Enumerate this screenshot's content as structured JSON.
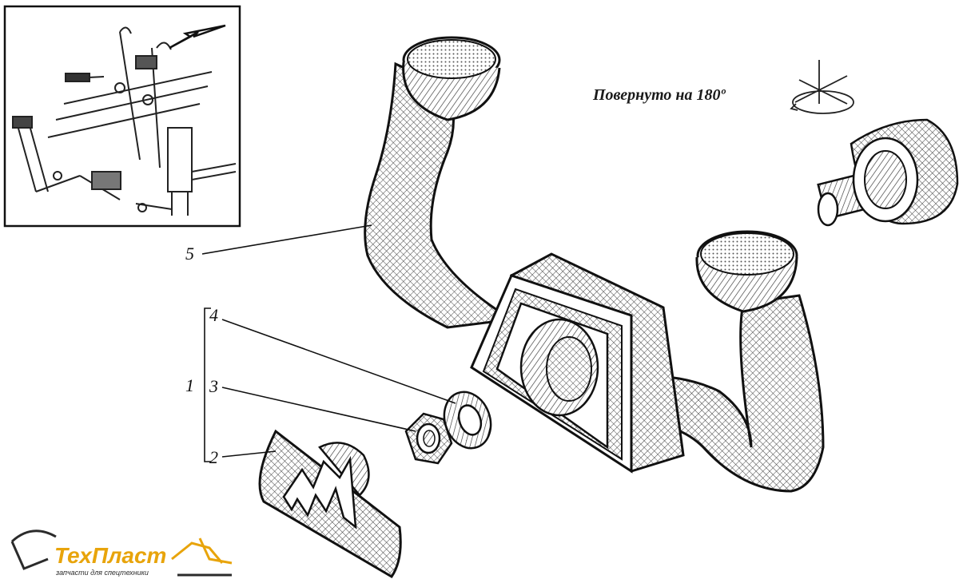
{
  "annotation": {
    "rotation_note": "Повернуто на 180º"
  },
  "callouts": [
    {
      "id": "1",
      "label": "1"
    },
    {
      "id": "2",
      "label": "2"
    },
    {
      "id": "3",
      "label": "3"
    },
    {
      "id": "4",
      "label": "4"
    },
    {
      "id": "5",
      "label": "5"
    }
  ],
  "brand": {
    "name": "ТехПласт",
    "tagline": "запчасти для спецтехники",
    "accent_color": "#e8a40b",
    "text_color": "#2b2b2b"
  },
  "icons": {
    "inset": "tractor-linkage-icon",
    "pointer": "arrow-icon",
    "rotation": "rotation-axes-icon",
    "logo": "excavator-logo-icon"
  }
}
